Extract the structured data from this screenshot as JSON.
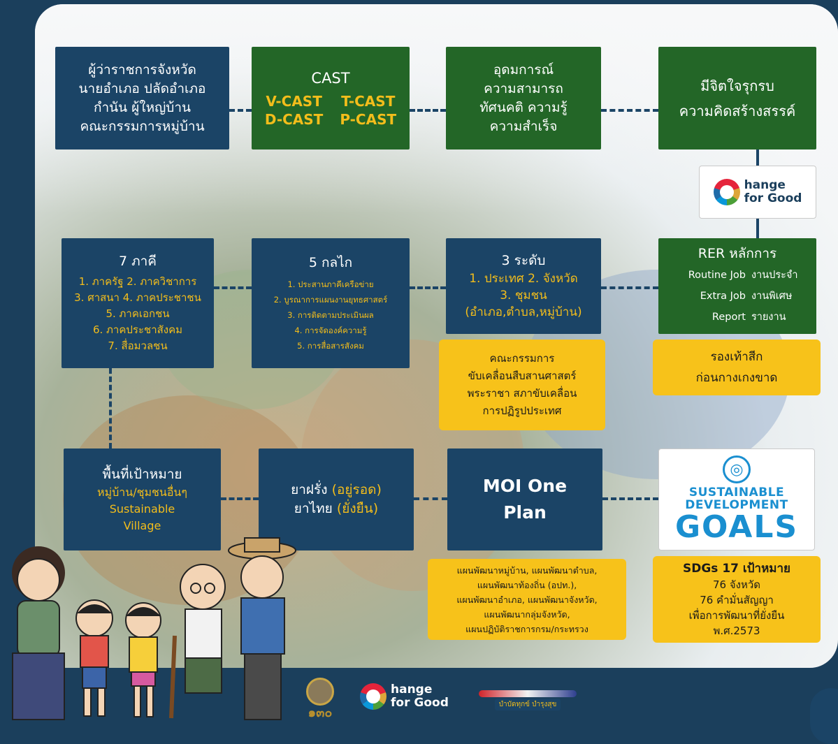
{
  "row1": {
    "officials": [
      "ผู้ว่าราชการจังหวัด",
      "นายอำเภอ ปลัดอำเภอ",
      "กำนัน ผู้ใหญ่บ้าน",
      "คณะกรรมการหมู่บ้าน"
    ],
    "cast": {
      "title": "CAST",
      "items": [
        "V-CAST",
        "T-CAST",
        "D-CAST",
        "P-CAST"
      ]
    },
    "ideology": [
      "อุดมการณ์",
      "ความสามารถ",
      "ทัศนคติ  ความรู้",
      "ความสำเร็จ"
    ],
    "creativity": [
      "มีจิตใจรุกรบ",
      "ความคิดสร้างสรรค์"
    ]
  },
  "change_for_good": {
    "line1": "hange",
    "line2": "for Good"
  },
  "row2": {
    "partners": {
      "title": "7 ภาคี",
      "lines": [
        "1. ภาครัฐ 2. ภาควิชาการ",
        "3. ศาสนา 4. ภาคประชาชน",
        "5. ภาคเอกชน",
        "6. ภาคประชาสังคม",
        "7. สื่อมวลชน"
      ]
    },
    "mechanisms": {
      "title": "5 กลไก",
      "lines": [
        "1. ประสานภาคีเครือข่าย",
        "2. บูรณาการแผนงานยุทธศาสตร์",
        "3. การติดตามประเมินผล",
        "4. การจัดองค์ความรู้",
        "5. การสื่อสารสังคม"
      ]
    },
    "levels": {
      "title": "3 ระดับ",
      "lines": [
        "1. ประเทศ 2. จังหวัด",
        "3. ชุมชน",
        "(อำเภอ,ตำบล,หมู่บ้าน)"
      ]
    },
    "committee": [
      "คณะกรรมการ",
      "ขับเคลื่อนสืบสานศาสตร์",
      "พระราชา สภาขับเคลื่อน",
      "การปฏิรูปประเทศ"
    ],
    "rer": {
      "title": "RER หลักการ",
      "rows": [
        [
          "Routine Job",
          "งานประจำ"
        ],
        [
          "Extra Job",
          "งานพิเศษ"
        ],
        [
          "Report",
          "รายงาน"
        ]
      ]
    },
    "boots": [
      "รองเท้าสีก",
      "ก่อนกางเกงขาด"
    ]
  },
  "row3": {
    "target": {
      "title": "พื้นที่เป้าหมาย",
      "lines": [
        "หมู่บ้าน/ชุมชนอื่นๆ",
        "Sustainable",
        "Village"
      ]
    },
    "medicine": {
      "l1a": "ยาฝรั่ง ",
      "l1b": "(อยู่รอด)",
      "l2a": "ยาไทย ",
      "l2b": "(ยั่งยืน)"
    },
    "moi": [
      "MOI One",
      "Plan"
    ],
    "plans": [
      "แผนพัฒนาหมู่บ้าน, แผนพัฒนาตำบล,",
      "แผนพัฒนาท้องถิ่น (อปท.),",
      "แผนพัฒนาอำเภอ, แผนพัฒนาจังหวัด,",
      "แผนพัฒนากลุ่มจังหวัด,",
      "แผนปฏิบัติราชการกรม/กระทรวง"
    ],
    "sdg_logo": {
      "l1": "SUSTAINABLE",
      "l2": "DEVELOPMENT",
      "l3": "GOALS"
    },
    "sdgs": {
      "title": "SDGs 17 เป้าหมาย",
      "lines": [
        "76 จังหวัด",
        "76 คำมั่นสัญญา",
        "เพื่อการพัฒนาที่ยั่งยืน",
        "พ.ศ.2573"
      ]
    }
  },
  "footer": {
    "anniv": "๑๓๐",
    "cfg_line1": "hange",
    "cfg_line2": "for Good",
    "motto": "บำบัดทุกข์ บำรุงสุข"
  },
  "colors": {
    "navy": "#1b4466",
    "green": "#236627",
    "yellow": "#f7c21a",
    "gold_text": "#f3bd1b"
  }
}
